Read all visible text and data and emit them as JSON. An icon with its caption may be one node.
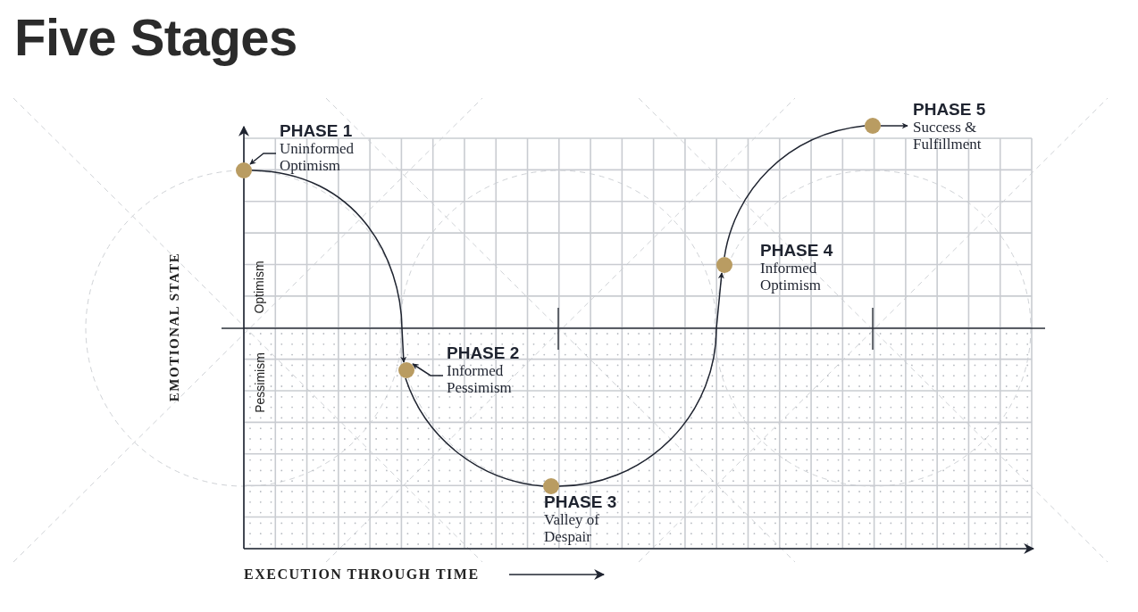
{
  "diagram": {
    "title": "Five Stages",
    "nodes": [
      {
        "text": [
          "PHASE 1",
          "Uninformed Optimism"
        ]
      },
      {
        "text": [
          "PHASE 2",
          "Informed Pessimism"
        ]
      },
      {
        "text": [
          "PHASE 3",
          "Valley of Despair"
        ]
      },
      {
        "text": [
          "PHASE 4",
          "Informed Optimism"
        ]
      },
      {
        "text": [
          "PHASE 5",
          "Success & Fulfillment"
        ]
      },
      {
        "text": [],
        "shape": "circle"
      },
      {
        "text": [],
        "shape": "circle"
      },
      {
        "text": [],
        "shape": "circle"
      },
      {
        "text": [],
        "shape": "circle"
      },
      {
        "text": [],
        "shape": "circle"
      }
    ],
    "edges": [
      {
        "from": 5,
        "to": 6,
        "arrow": "to"
      },
      {
        "from": 6,
        "to": 7,
        "arrow": "none"
      },
      {
        "from": 7,
        "to": 8,
        "arrow": "to"
      },
      {
        "from": 8,
        "to": 9,
        "arrow": "none"
      },
      {
        "from": 9,
        "to": 4,
        "arrow": "to"
      },
      {
        "from": 0,
        "to": 5,
        "arrow": "to"
      },
      {
        "from": 1,
        "to": 6,
        "arrow": "to"
      }
    ],
    "labels": [
      "EMOTIONAL STATE",
      "Optimism",
      "Pessimism",
      "EXECUTION THROUGH TIME"
    ]
  }
}
